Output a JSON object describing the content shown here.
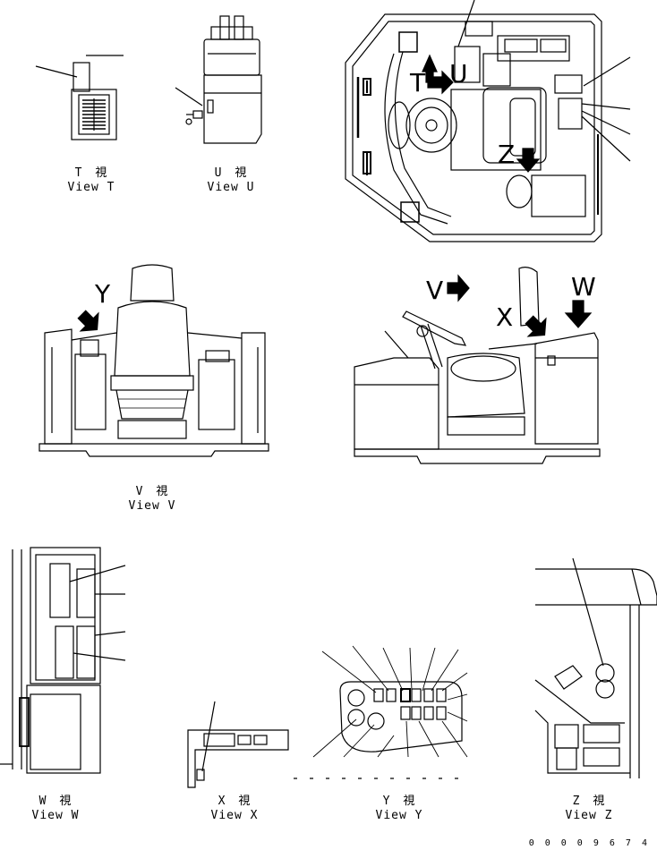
{
  "views": {
    "T": {
      "jp": "T　視",
      "en": "View T"
    },
    "U": {
      "jp": "U　視",
      "en": "View U"
    },
    "V": {
      "jp": "V　視",
      "en": "View V"
    },
    "W": {
      "jp": "W　視",
      "en": "View W"
    },
    "X": {
      "jp": "X　視",
      "en": "View X"
    },
    "Y": {
      "jp": "Y　視",
      "en": "View Y"
    },
    "Z": {
      "jp": "Z　視",
      "en": "View Z"
    }
  },
  "arrow_letters": {
    "T": "T",
    "U": "U",
    "Z": "Z",
    "Y": "Y",
    "V": "V",
    "X": "X",
    "W": "W"
  },
  "document_number": "0 0 0 0 9 6 7 4"
}
